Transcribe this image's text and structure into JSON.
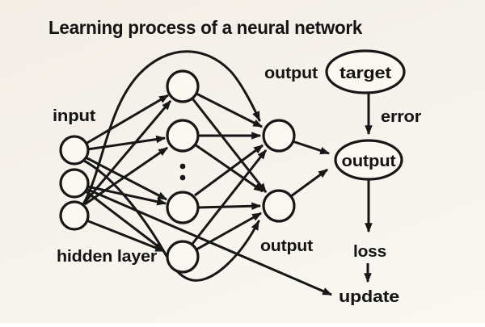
{
  "title": "Learning process of a neural network",
  "labels": {
    "input": "input",
    "hidden_layer": "hidden layer",
    "output_top": "output",
    "output_bottom": "output",
    "target": "target",
    "error": "error",
    "output_ellipse": "output",
    "loss": "loss",
    "update": "update"
  },
  "colors": {
    "background": "#f5f2ec",
    "ink": "#171717",
    "node_fill": "#fbf8f2",
    "text": "#141414"
  },
  "structure": {
    "input_node_count": 3,
    "hidden_node_count_shown": 4,
    "hidden_layer_has_ellipsis": true,
    "output_node_count": 2,
    "edges": [
      "input1->hidden1",
      "input1->hidden2",
      "input1->hidden3",
      "input2->hidden3",
      "input2->hidden4",
      "input3->hidden1",
      "input3->hidden2",
      "input3->hidden4",
      "hidden1->output1",
      "hidden2->output1",
      "hidden3->output1",
      "hidden4->output1",
      "hidden1->output2",
      "hidden2->output2",
      "hidden3->output2",
      "hidden4->output2",
      "input3->output1 (top arc)",
      "input1->output2 (bottom arc)",
      "input2->update (long line)",
      "output-node1->output-ellipse",
      "output-node2->output-ellipse",
      "target->output-ellipse (error)",
      "output-ellipse->loss",
      "loss->update"
    ]
  }
}
